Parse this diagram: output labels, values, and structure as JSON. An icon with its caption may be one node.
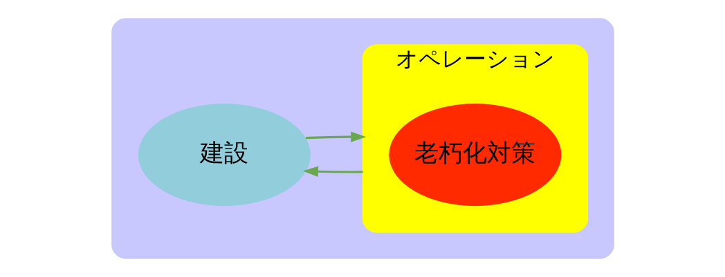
{
  "diagram": {
    "nodes": [
      {
        "text": [],
        "shape": "ellipse"
      },
      {
        "text": [
          "建設"
        ],
        "in": 0
      },
      {
        "text": [
          "オペレーション"
        ],
        "in": 0
      },
      {
        "text": [
          "老朽化対策"
        ],
        "in": 2
      }
    ],
    "edges": [
      {
        "from": 1,
        "to": 2,
        "arrow": "to"
      },
      {
        "from": 2,
        "to": 1,
        "arrow": "to"
      }
    ]
  }
}
